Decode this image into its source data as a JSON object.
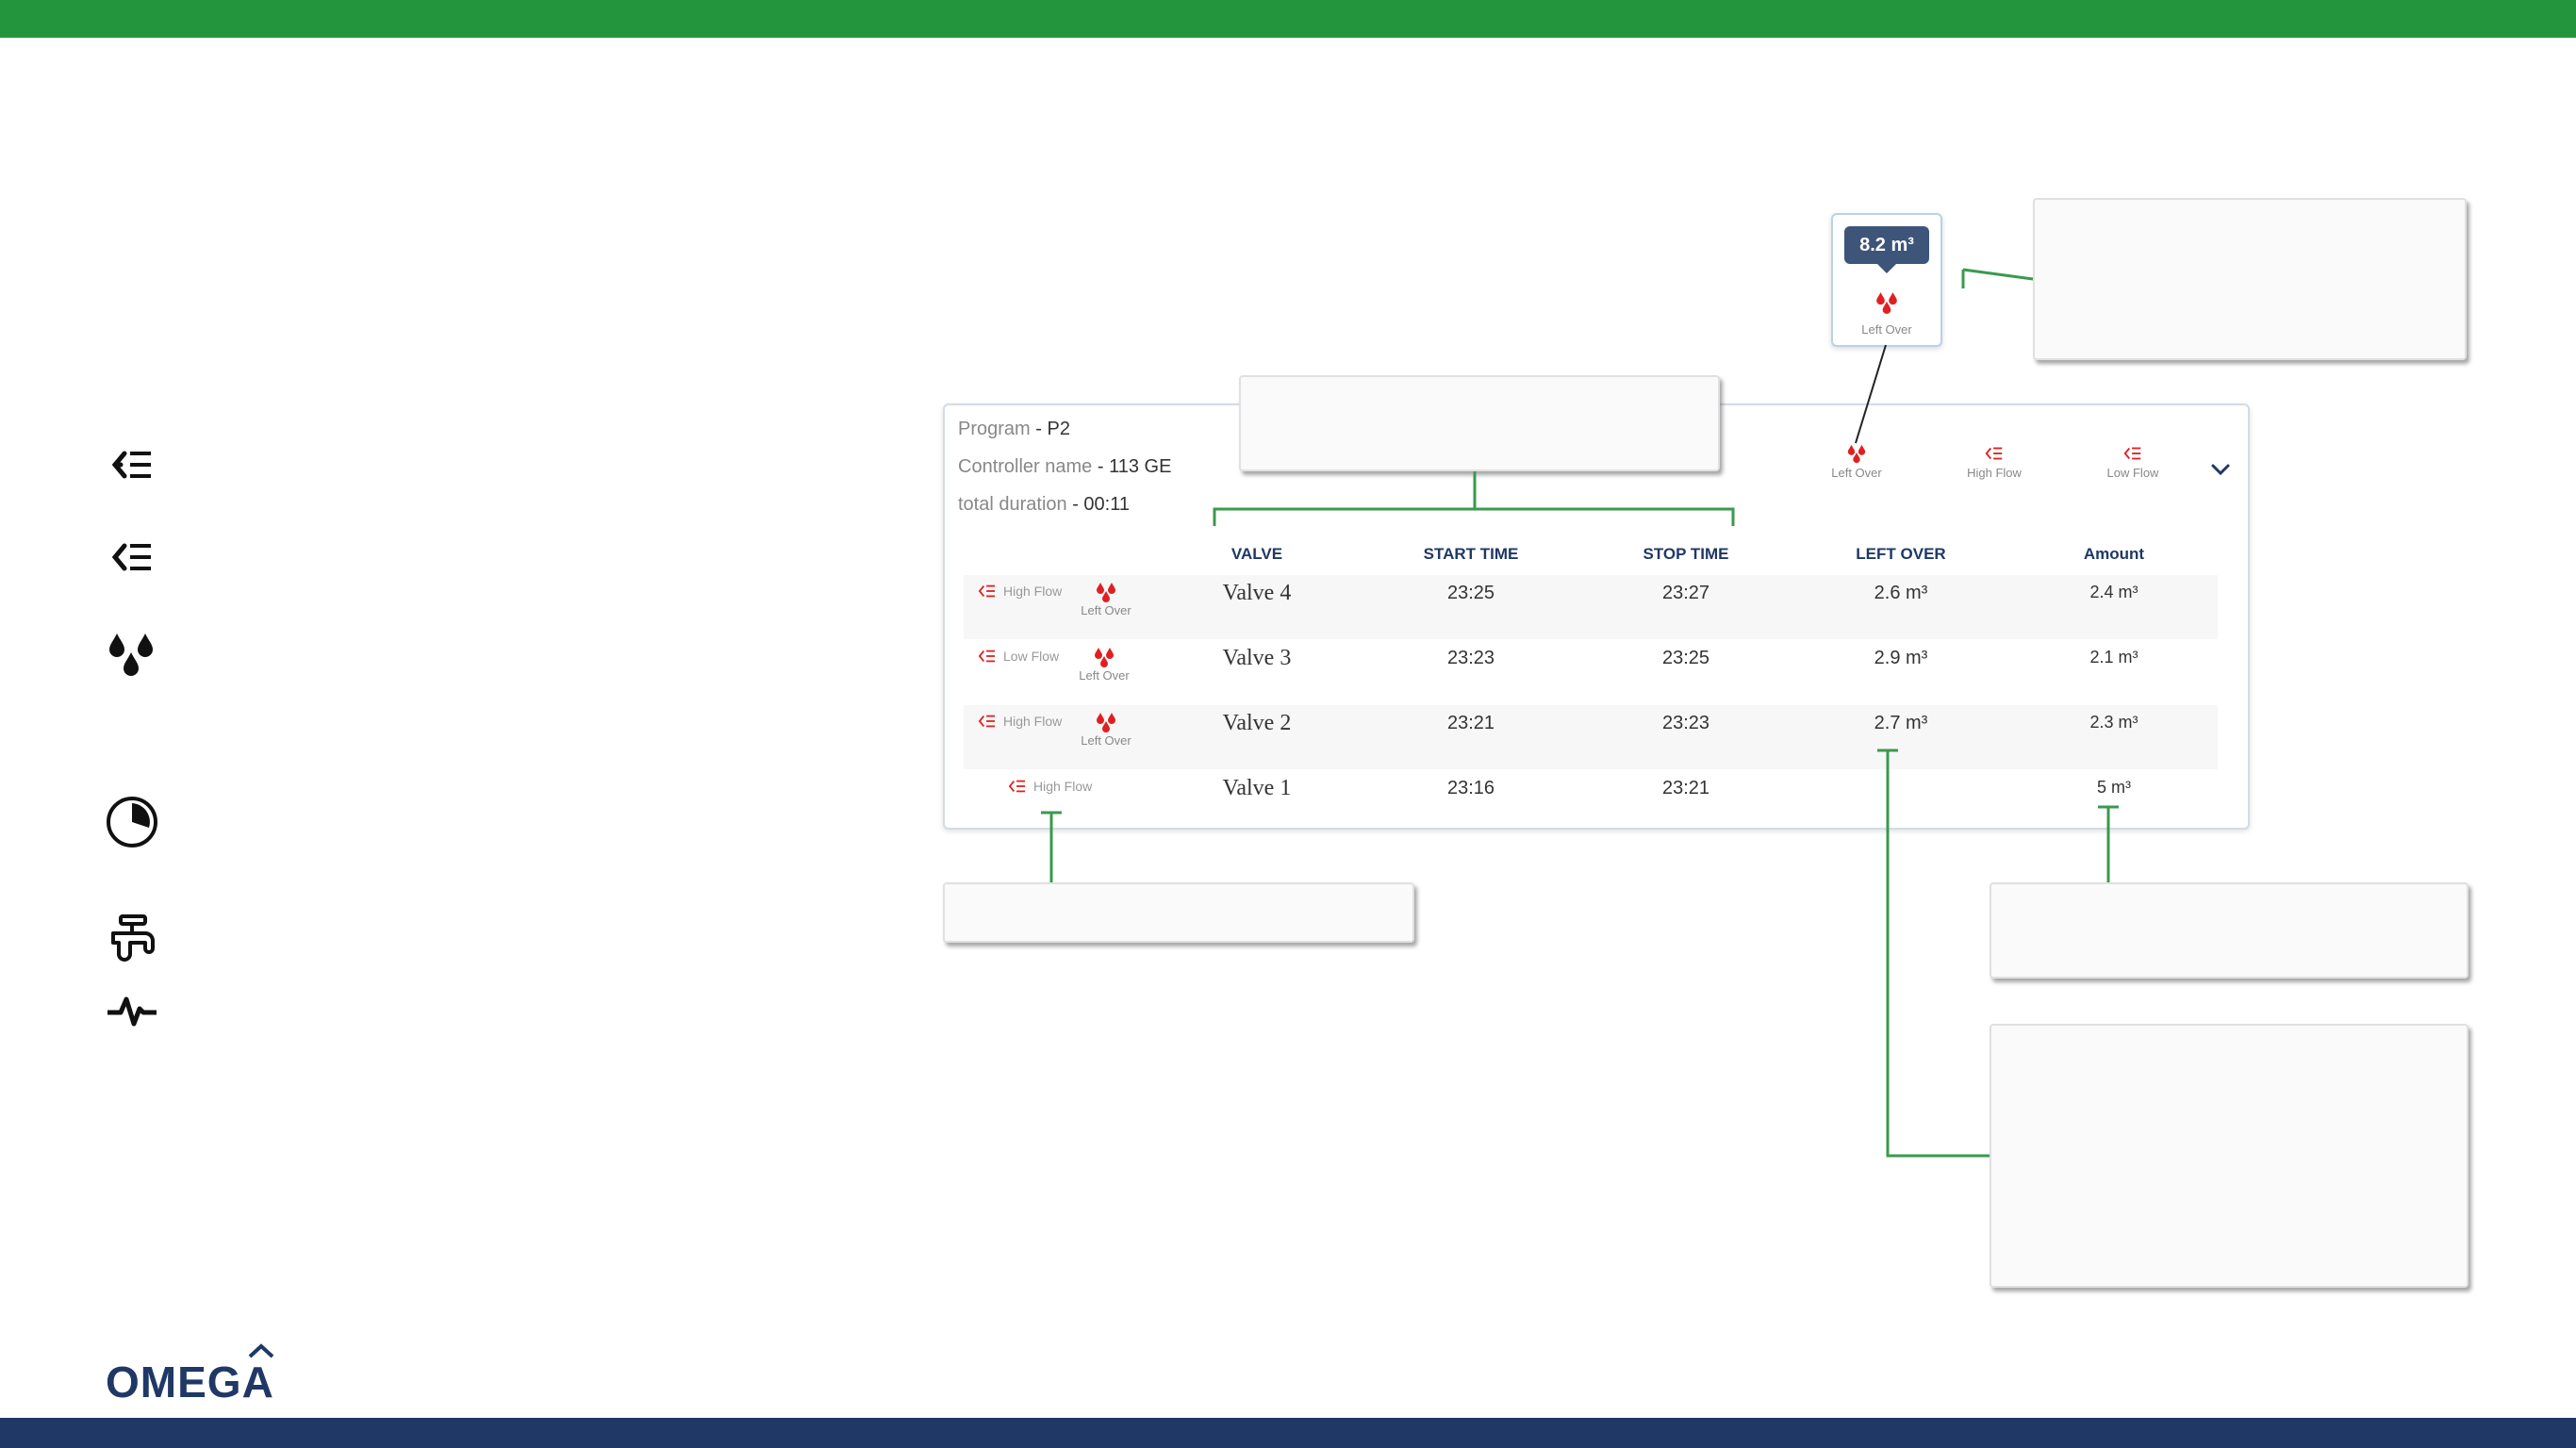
{
  "brand": {
    "logo_text_left": "OMEG",
    "logo_text_right": "A",
    "top_bar_color": "#23963d",
    "bottom_bar_color": "#1f3866",
    "accent_red": "#e02020"
  },
  "side_icons": [
    "high-flow-icon",
    "low-flow-icon",
    "left-over-icon",
    "duration-pie-icon",
    "faucet-icon",
    "pulse-icon"
  ],
  "card": {
    "program_label": "Program",
    "program_value": "- P2",
    "controller_label": "Controller name",
    "controller_value": "- 113 GE",
    "duration_label": "total duration",
    "duration_value": "- 00:11",
    "legend": {
      "left_over": "Left Over",
      "high_flow": "High Flow",
      "low_flow": "Low Flow"
    },
    "headers": {
      "valve": "VALVE",
      "start": "START TIME",
      "stop": "STOP TIME",
      "left_over": "LEFT OVER",
      "amount": "Amount"
    },
    "rows": [
      {
        "flow": "High Flow",
        "left_over_tag": "Left Over",
        "valve": "Valve 4",
        "start": "23:25",
        "stop": "23:27",
        "left_over": "2.6 m³",
        "amount": "2.4 m³"
      },
      {
        "flow": "Low Flow",
        "left_over_tag": "Left Over",
        "valve": "Valve 3",
        "start": "23:23",
        "stop": "23:25",
        "left_over": "2.9 m³",
        "amount": "2.1 m³"
      },
      {
        "flow": "High Flow",
        "left_over_tag": "Left Over",
        "valve": "Valve 2",
        "start": "23:21",
        "stop": "23:23",
        "left_over": "2.7 m³",
        "amount": "2.3 m³"
      },
      {
        "flow": "High Flow",
        "left_over_tag": "",
        "valve": "Valve 1",
        "start": "23:16",
        "stop": "23:21",
        "left_over": "",
        "amount": "5 m³"
      }
    ]
  },
  "tooltip": {
    "value": "8.2 m³",
    "label": "Left Over"
  }
}
